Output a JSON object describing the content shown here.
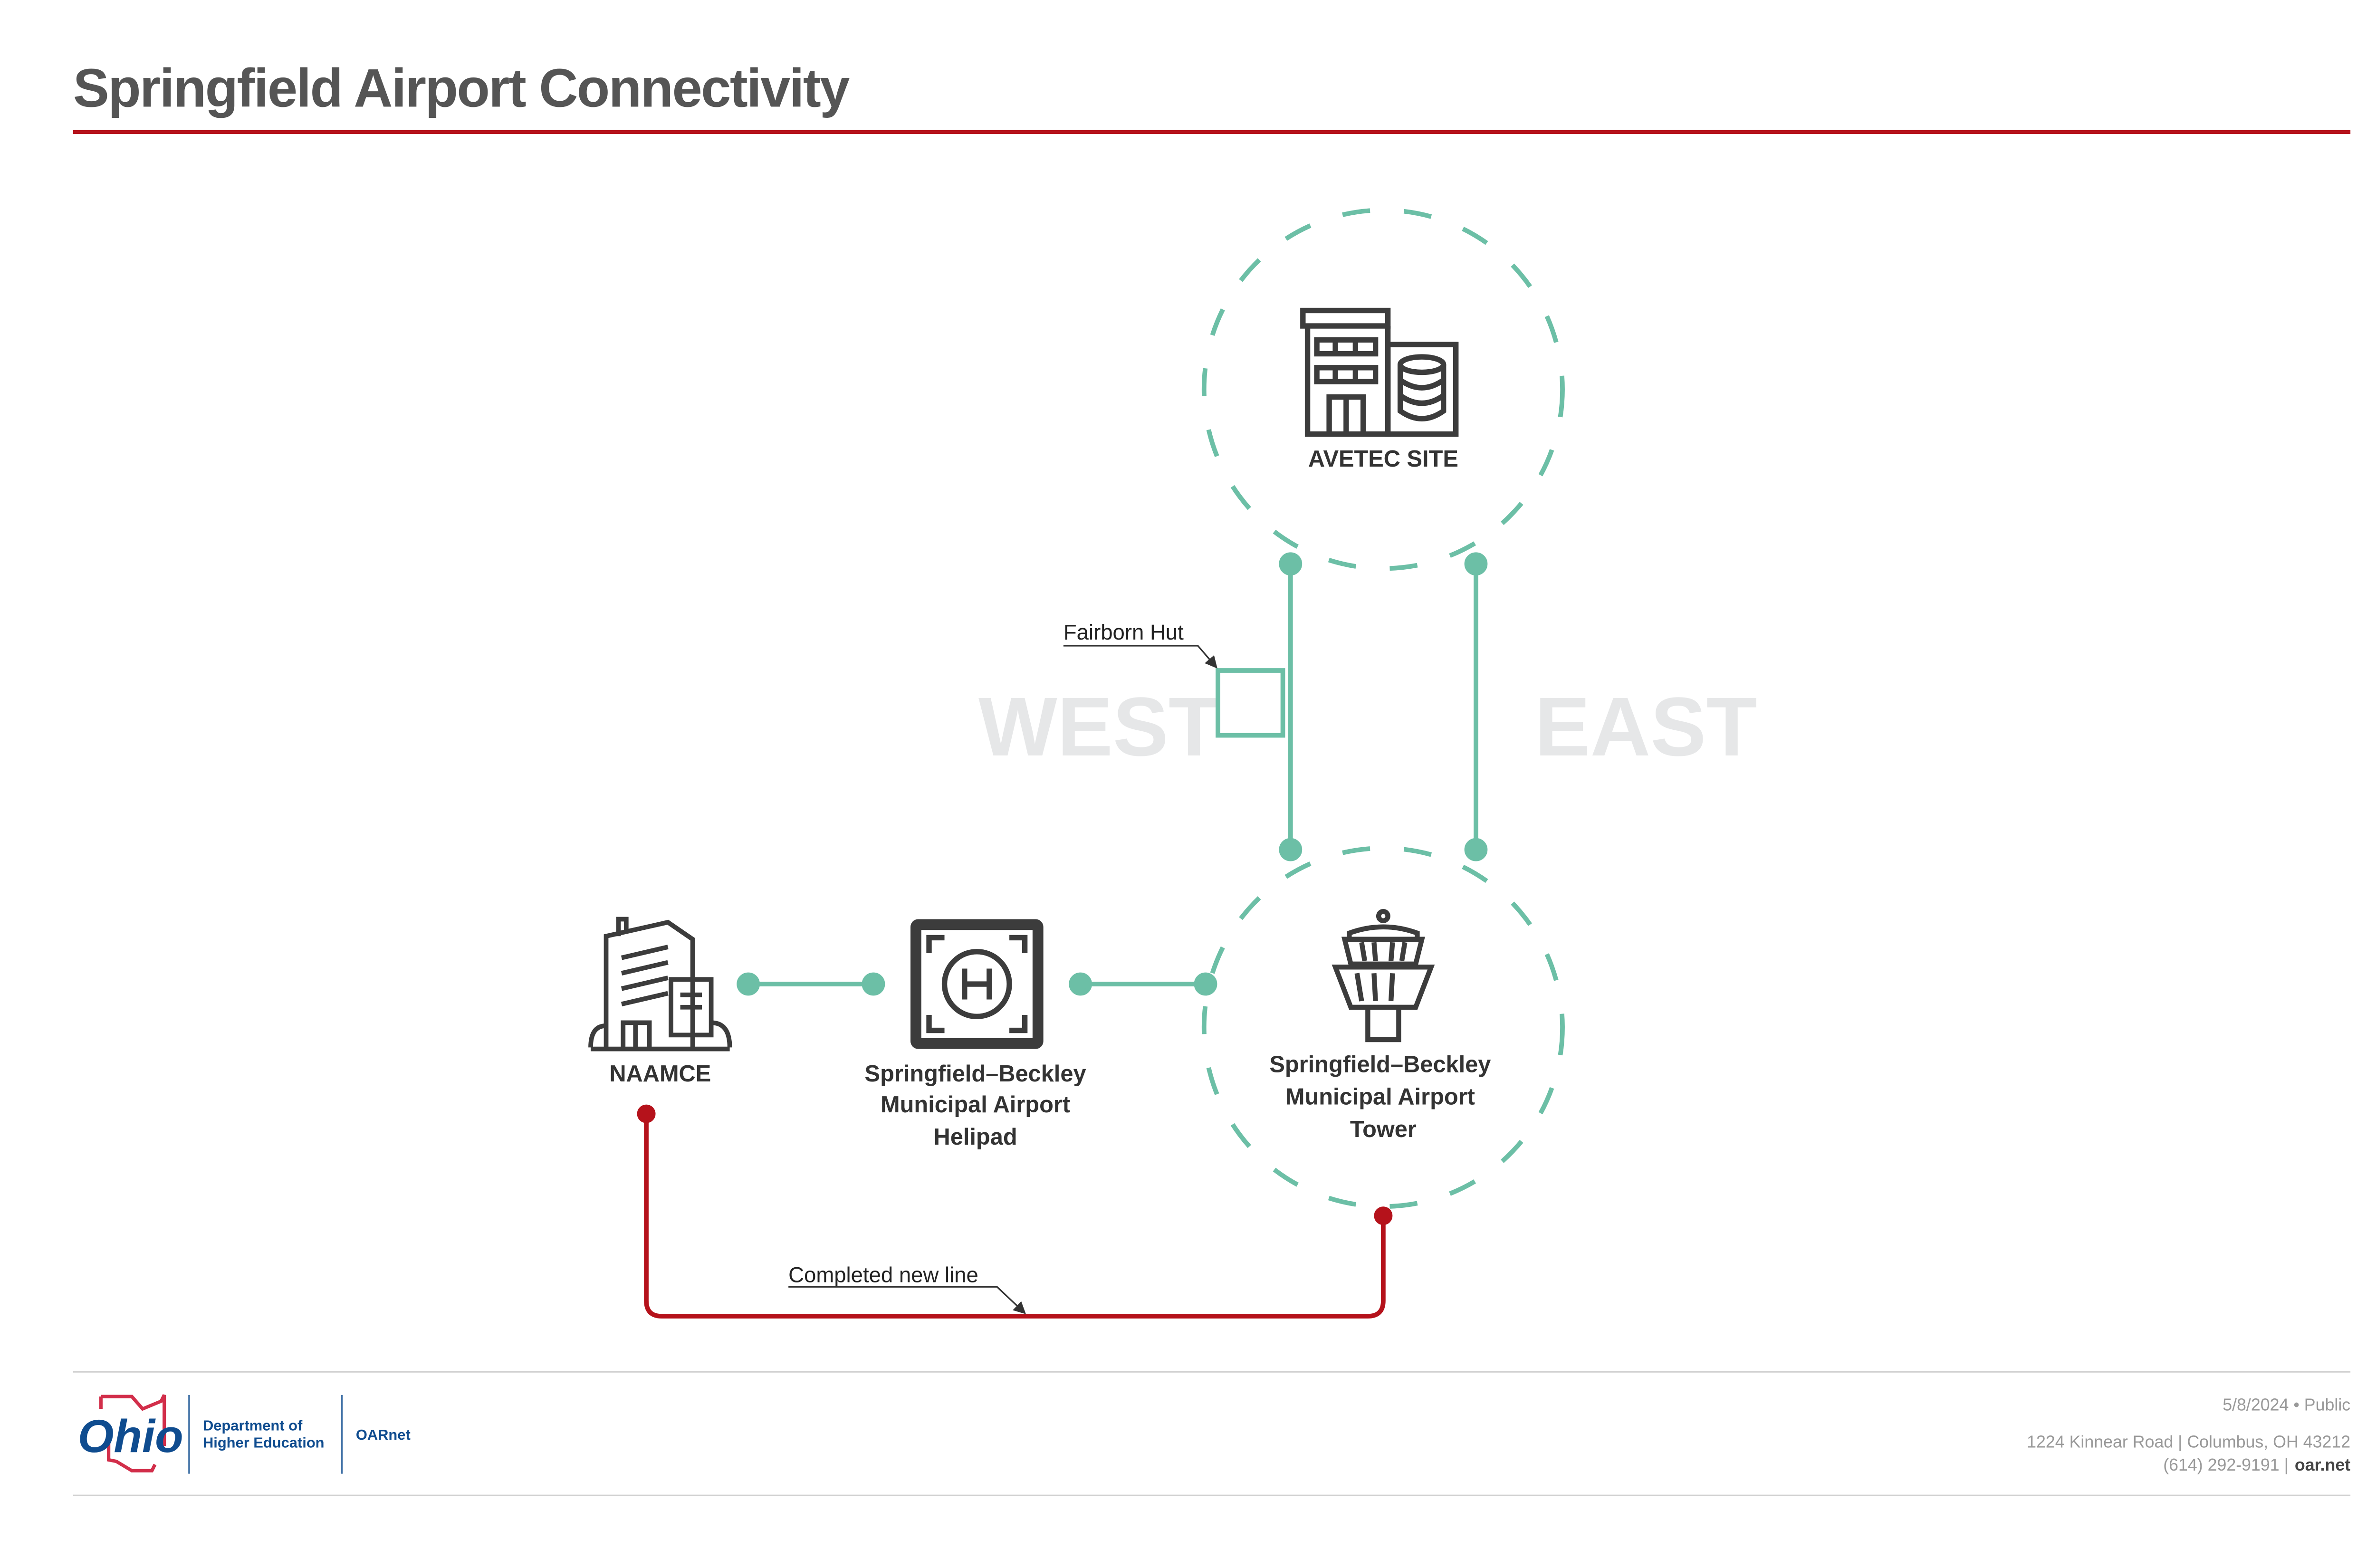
{
  "title": "Springfield Airport Connectivity",
  "colors": {
    "accent_red": "#b5121b",
    "teal": "#6cbfa6",
    "title": "#555555",
    "watermark": "#e6e7e8",
    "dept_blue": "#0f4c8f"
  },
  "regions": {
    "west": "WEST",
    "east": "EAST"
  },
  "nodes": {
    "avetec": {
      "label": "AVETEC SITE",
      "icon": "building-datacenter-icon"
    },
    "naamce": {
      "label": "NAAMCE",
      "icon": "office-building-icon"
    },
    "helipad": {
      "line1": "Springfield–Beckley",
      "line2": "Municipal Airport",
      "line3": "Helipad",
      "icon": "helipad-icon"
    },
    "tower": {
      "line1": "Springfield–Beckley",
      "line2": "Municipal Airport",
      "line3": "Tower",
      "icon": "control-tower-icon"
    }
  },
  "annotations": {
    "fairborn_hut": "Fairborn Hut",
    "completed_line": "Completed new line"
  },
  "footer": {
    "logo_text": "Ohio",
    "dept_line1": "Department of",
    "dept_line2": "Higher Education",
    "org": "OARnet",
    "date_status": "5/8/2024 • Public",
    "address": "1224 Kinnear Road | Columbus, OH 43212",
    "phone": "(614) 292-9191 |",
    "website": "oar.net"
  }
}
